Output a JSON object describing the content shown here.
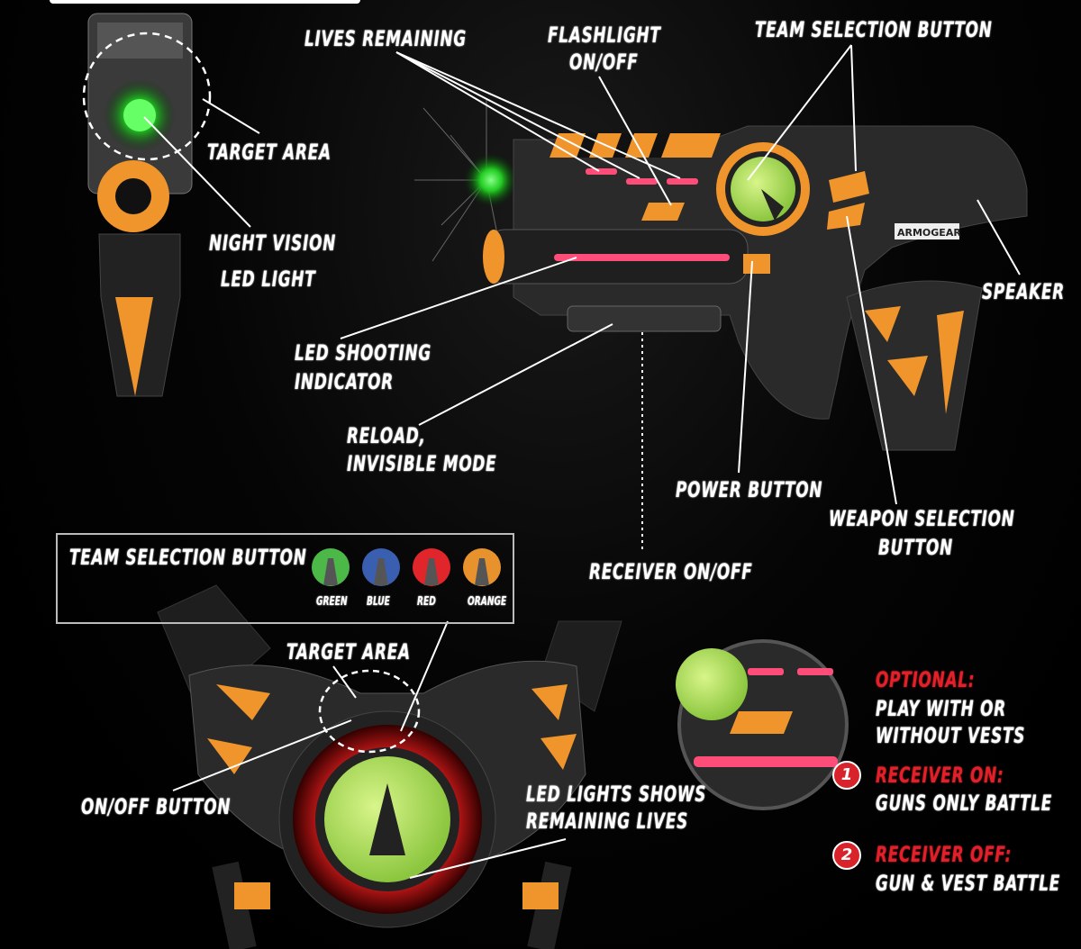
{
  "callouts": {
    "lives_remaining": "LIVES REMAINING",
    "flashlight": [
      "FLASHLIGHT",
      "ON/OFF"
    ],
    "team_selection_gun": "TEAM SELECTION BUTTON",
    "target_area_front": "TARGET AREA",
    "night_vision": [
      "NIGHT VISION",
      "LED LIGHT"
    ],
    "speaker": "SPEAKER",
    "led_shooting": [
      "LED SHOOTING",
      "INDICATOR"
    ],
    "reload": [
      "RELOAD,",
      "INVISIBLE MODE"
    ],
    "power_button": "POWER BUTTON",
    "weapon_selection": [
      "WEAPON SELECTION",
      "BUTTON"
    ],
    "receiver": "RECEIVER ON/OFF",
    "target_area_vest": "TARGET AREA",
    "on_off_button": "ON/OFF BUTTON",
    "led_lights": [
      "LED LIGHTS SHOWS",
      "REMAINING LIVES"
    ]
  },
  "brand": "ARMOGEAR",
  "legend": {
    "title": "TEAM SELECTION BUTTON",
    "teams": [
      {
        "name": "GREEN",
        "color": "#4cb848"
      },
      {
        "name": "BLUE",
        "color": "#3a5fb0"
      },
      {
        "name": "RED",
        "color": "#e0252b"
      },
      {
        "name": "ORANGE",
        "color": "#e8922e"
      }
    ]
  },
  "modes": {
    "optional_title": "OPTIONAL:",
    "optional_text": [
      "PLAY WITH OR",
      "WITHOUT VESTS"
    ],
    "items": [
      {
        "number": "1",
        "title": "RECEIVER ON:",
        "text": "GUNS ONLY BATTLE"
      },
      {
        "number": "2",
        "title": "RECEIVER OFF:",
        "text": "GUN & VEST BATTLE"
      }
    ]
  }
}
